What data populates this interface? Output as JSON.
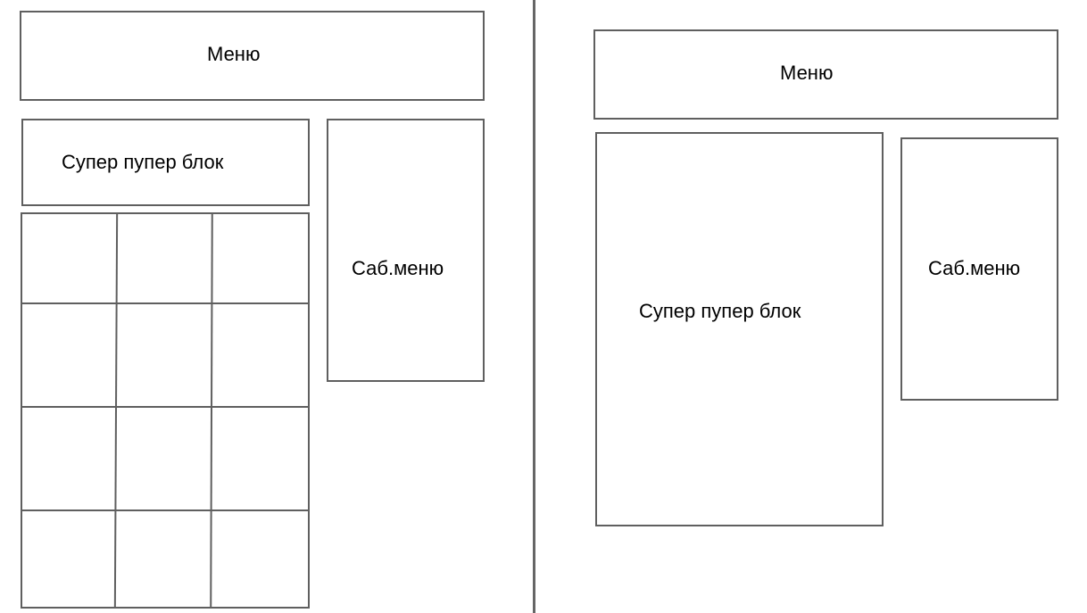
{
  "left_layout": {
    "menu_label": "Меню",
    "super_block_label": "Супер пупер блок",
    "submenu_label": "Саб.меню",
    "grid": {
      "rows": 4,
      "cols": 3
    }
  },
  "right_layout": {
    "menu_label": "Меню",
    "super_block_label": "Супер пупер блок",
    "submenu_label": "Саб.меню"
  }
}
